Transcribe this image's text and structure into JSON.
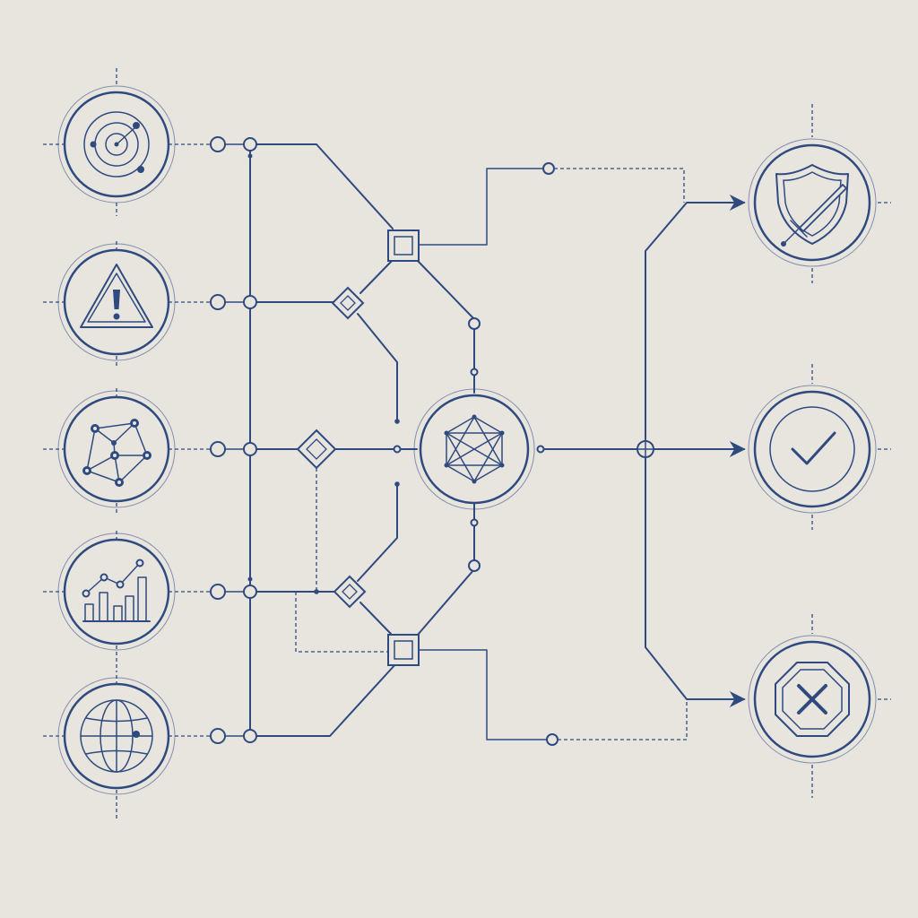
{
  "diagram": {
    "inputs": [
      {
        "id": "radar",
        "icon": "radar-icon"
      },
      {
        "id": "alert",
        "icon": "warning-triangle-icon"
      },
      {
        "id": "network",
        "icon": "network-graph-icon"
      },
      {
        "id": "analytics",
        "icon": "bar-chart-icon"
      },
      {
        "id": "global",
        "icon": "globe-icon"
      }
    ],
    "core": {
      "icon": "polygon-mesh-icon"
    },
    "outputs": [
      {
        "id": "defend",
        "icon": "shield-sword-icon"
      },
      {
        "id": "approve",
        "icon": "checkmark-icon"
      },
      {
        "id": "block",
        "icon": "x-octagon-icon"
      }
    ],
    "colors": {
      "line": "#2f4a7f",
      "background": "#e8e5df"
    }
  }
}
